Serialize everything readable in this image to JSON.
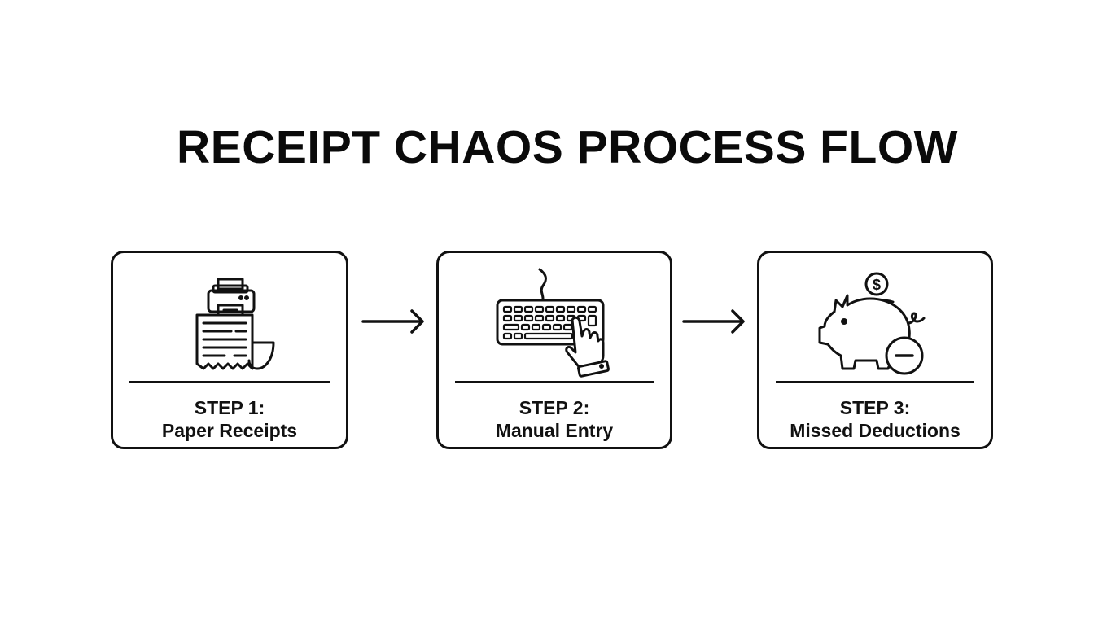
{
  "title": "RECEIPT CHAOS PROCESS FLOW",
  "steps": [
    {
      "step": "STEP 1:",
      "label": "Paper Receipts",
      "icon": "receipt-printer-icon"
    },
    {
      "step": "STEP 2:",
      "label": "Manual Entry",
      "icon": "keyboard-hand-icon"
    },
    {
      "step": "STEP 3:",
      "label": "Missed Deductions",
      "icon": "piggy-bank-minus-icon"
    }
  ],
  "connectors": [
    "arrow-right-icon",
    "arrow-right-icon"
  ],
  "colors": {
    "stroke": "#111111",
    "background": "#ffffff"
  }
}
